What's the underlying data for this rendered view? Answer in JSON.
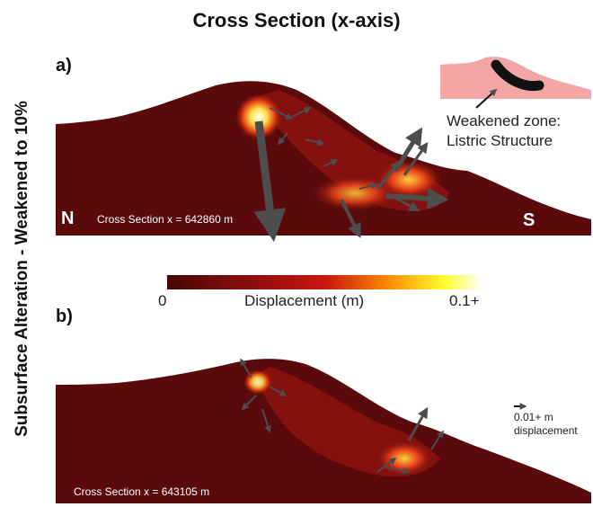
{
  "title": "Cross Section (x-axis)",
  "side_label": "Subsurface Alteration - Weakened to 10%",
  "panels": [
    {
      "letter": "a)",
      "north": "N",
      "south": "S",
      "section": "Cross Section x = 642860 m"
    },
    {
      "letter": "b)",
      "section": "Cross Section x = 643105 m"
    }
  ],
  "colorbar": {
    "min_label": "0",
    "title": "Displacement (m)",
    "max_label": "0.1+",
    "colors": [
      "#4a0606",
      "#8a0d0d",
      "#c8170f",
      "#ff8a00",
      "#ffff33",
      "#ffffff"
    ]
  },
  "inset": {
    "line1": "Weakened zone:",
    "line2": "Listric Structure"
  },
  "scale": {
    "line1": "0.01+ m",
    "line2": "displacement"
  },
  "colors": {
    "slope_base": "#5a0a0a",
    "slope_mid": "#8a120f",
    "hot": "#ffd23a",
    "arrow": "#4d4d4d",
    "inset_bg": "#f4a6a6"
  }
}
